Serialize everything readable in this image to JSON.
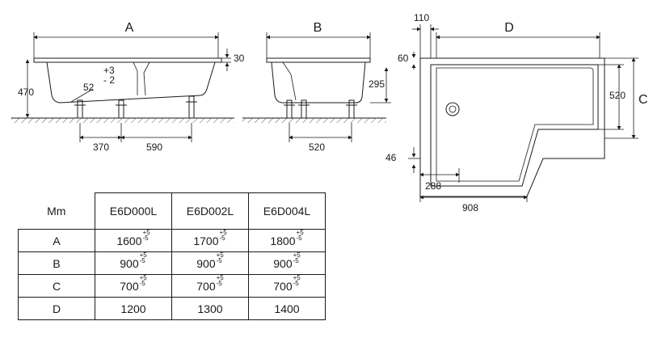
{
  "side_view": {
    "label_a": "A",
    "rim": "30",
    "height": "470",
    "angle": "52",
    "tol_plus": "+3",
    "tol_minus": "- 2",
    "foot_left": "370",
    "foot_right": "590"
  },
  "end_view": {
    "label_b": "B",
    "depth": "295",
    "foot_span": "520"
  },
  "plan_view": {
    "label_d": "D",
    "label_c": "C",
    "edge_110": "110",
    "edge_60": "60",
    "width_520": "520",
    "offset_46": "46",
    "step_288": "288",
    "length_908": "908"
  },
  "table": {
    "unit": "Mm",
    "columns": [
      "E6D000L",
      "E6D002L",
      "E6D004L"
    ],
    "tolerance": "+5 -5",
    "rows": [
      {
        "label": "A",
        "values": [
          "1600",
          "1700",
          "1800"
        ],
        "tol": true
      },
      {
        "label": "B",
        "values": [
          "900",
          "900",
          "900"
        ],
        "tol": true
      },
      {
        "label": "C",
        "values": [
          "700",
          "700",
          "700"
        ],
        "tol": true
      },
      {
        "label": "D",
        "values": [
          "1200",
          "1300",
          "1400"
        ],
        "tol": false
      }
    ]
  }
}
